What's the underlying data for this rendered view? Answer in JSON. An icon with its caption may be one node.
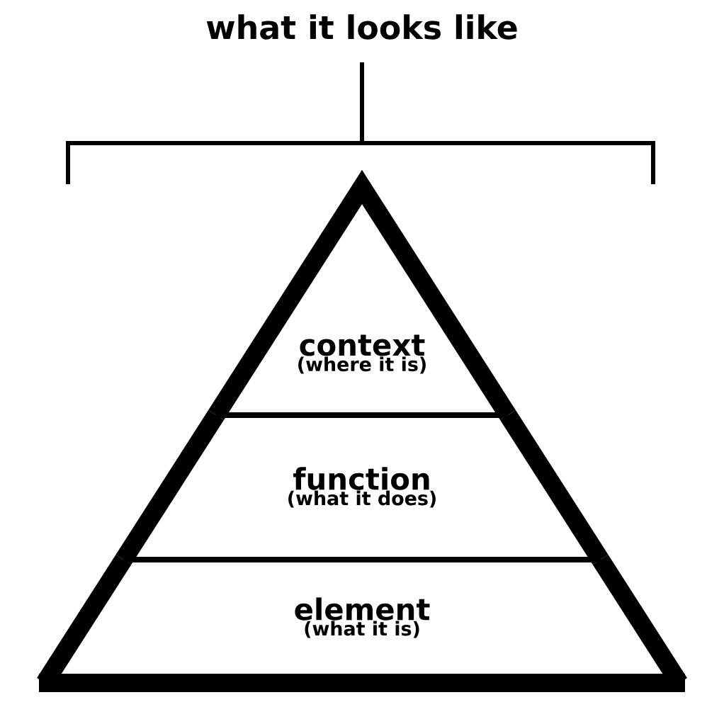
{
  "diagram": {
    "title": "what it looks like",
    "nodes": [
      {
        "text": [
          "context",
          "(where it is)"
        ]
      },
      {
        "text": [
          "function",
          "(what it does)"
        ]
      },
      {
        "text": [
          "element",
          "(what it is)"
        ]
      }
    ]
  }
}
